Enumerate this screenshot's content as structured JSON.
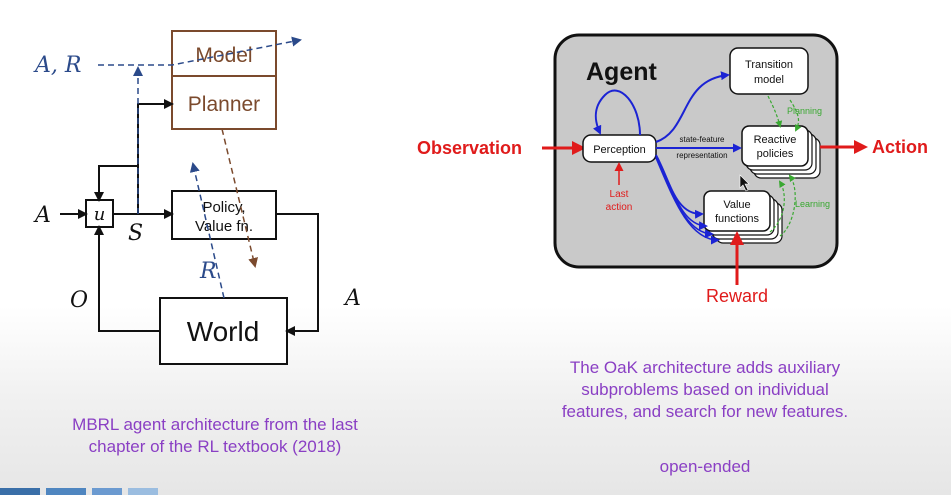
{
  "left_diagram": {
    "model_label": "Model",
    "planner_label": "Planner",
    "policy_line1": "Policy,",
    "policy_line2": "Value fn.",
    "world_label": "World",
    "u_label": "u",
    "a_r_label": "A, R",
    "a_input_label": "A",
    "s_label": "S",
    "o_label": "O",
    "a_right_label": "A",
    "r_label": "R",
    "caption_line1": "MBRL agent architecture from the last",
    "caption_line2": "chapter of the RL textbook (2018)"
  },
  "right_diagram": {
    "agent_title": "Agent",
    "observation_label": "Observation",
    "action_label": "Action",
    "reward_label": "Reward",
    "perception_label": "Perception",
    "transition_line1": "Transition",
    "transition_line2": "model",
    "reactive_line1": "Reactive",
    "reactive_line2": "policies",
    "value_line1": "Value",
    "value_line2": "functions",
    "last_action_line1": "Last",
    "last_action_line2": "action",
    "state_feature_line1": "state-feature",
    "state_feature_line2": "representation",
    "planning_label": "Planning",
    "learning_label": "Learning",
    "caption_line1": "The OaK architecture adds auxiliary",
    "caption_line2": "subproblems based on individual",
    "caption_line3": "features, and search for new features.",
    "open_ended": "open-ended"
  },
  "colors": {
    "brown": "#7b4a2d",
    "navy": "#2b4a8a",
    "red": "#e01b1b",
    "blue": "#1b23d4",
    "green": "#3aa832",
    "purple": "#8a3fc4",
    "agent_bg": "#c9c9c9"
  }
}
